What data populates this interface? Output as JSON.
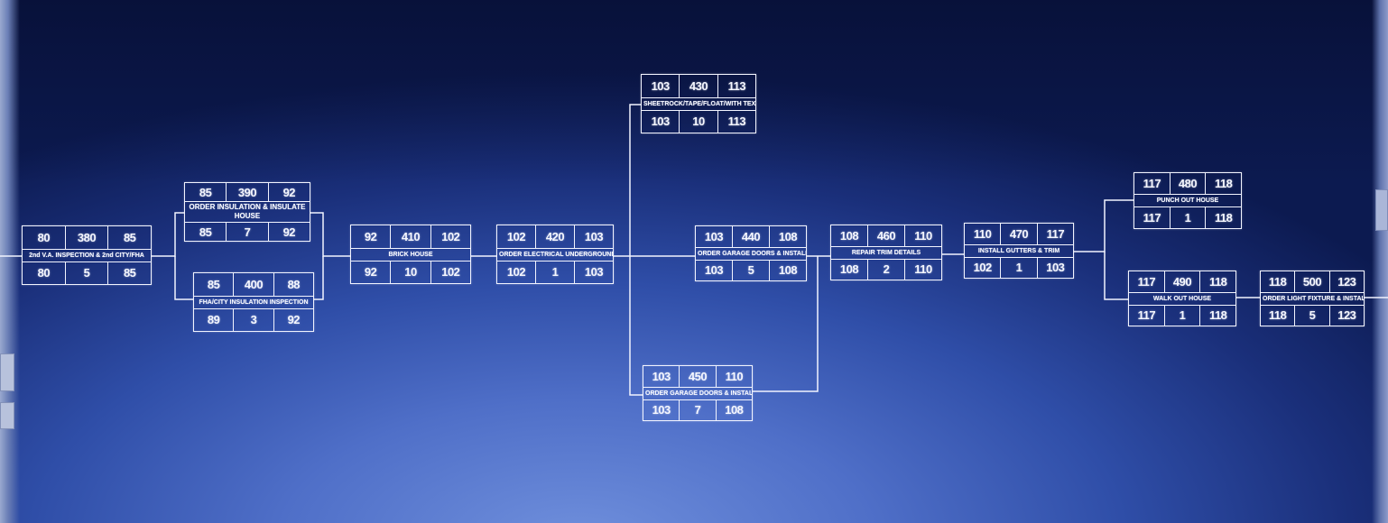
{
  "nodes": {
    "inspection2": {
      "es": "80",
      "id": "380",
      "ef": "85",
      "name": "2nd V.A. INSPECTION & 2nd CITY/FHA",
      "ls": "80",
      "dur": "5",
      "lf": "85"
    },
    "insulation": {
      "es": "85",
      "id": "390",
      "ef": "92",
      "name": "ORDER INSULATION & INSULATE HOUSE",
      "ls": "85",
      "dur": "7",
      "lf": "92"
    },
    "insulinspect": {
      "es": "85",
      "id": "400",
      "ef": "88",
      "name": "FHA/CITY INSULATION INSPECTION",
      "ls": "89",
      "dur": "3",
      "lf": "92"
    },
    "brick": {
      "es": "92",
      "id": "410",
      "ef": "102",
      "name": "BRICK HOUSE",
      "ls": "92",
      "dur": "10",
      "lf": "102"
    },
    "electrical": {
      "es": "102",
      "id": "420",
      "ef": "103",
      "name": "ORDER ELECTRICAL UNDERGROUND WIRING",
      "ls": "102",
      "dur": "1",
      "lf": "103"
    },
    "sheetrock": {
      "es": "103",
      "id": "430",
      "ef": "113",
      "name": "SHEETROCK/TAPE/FLOAT/WITH TEXTURE",
      "ls": "103",
      "dur": "10",
      "lf": "113"
    },
    "interiordoors": {
      "es": "103",
      "id": "440",
      "ef": "108",
      "name": "ORDER GARAGE DOORS & INSTALLED",
      "ls": "103",
      "dur": "5",
      "lf": "108"
    },
    "garagedoors": {
      "es": "103",
      "id": "450",
      "ef": "110",
      "name": "ORDER GARAGE DOORS & INSTALLED",
      "ls": "103",
      "dur": "7",
      "lf": "108"
    },
    "paint": {
      "es": "108",
      "id": "460",
      "ef": "110",
      "name": "REPAIR TRIM DETAILS",
      "ls": "108",
      "dur": "2",
      "lf": "110"
    },
    "gutters": {
      "es": "110",
      "id": "470",
      "ef": "117",
      "name": "INSTALL GUTTERS & TRIM",
      "ls": "102",
      "dur": "1",
      "lf": "103"
    },
    "punch": {
      "es": "117",
      "id": "480",
      "ef": "118",
      "name": "PUNCH OUT HOUSE",
      "ls": "117",
      "dur": "1",
      "lf": "118"
    },
    "walk": {
      "es": "117",
      "id": "490",
      "ef": "118",
      "name": "WALK OUT HOUSE",
      "ls": "117",
      "dur": "1",
      "lf": "118"
    },
    "fixtures": {
      "es": "118",
      "id": "500",
      "ef": "123",
      "name": "ORDER LIGHT FIXTURE & INSTALLED",
      "ls": "118",
      "dur": "5",
      "lf": "123"
    }
  }
}
